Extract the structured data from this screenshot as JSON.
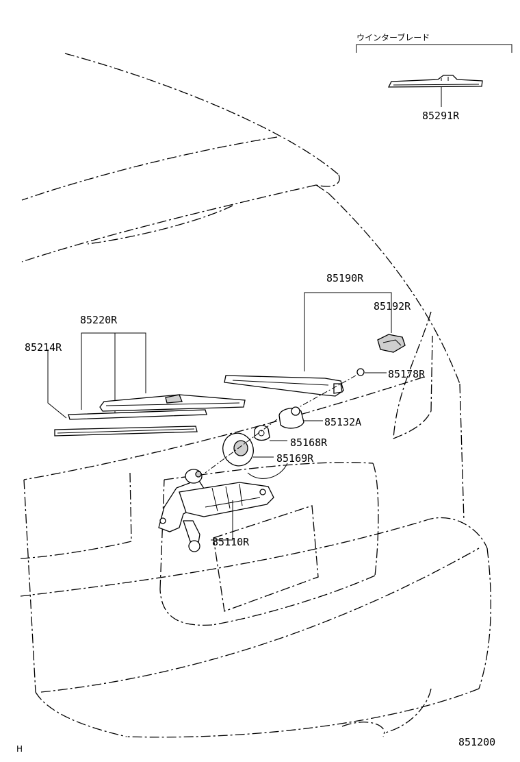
{
  "winter_blade_heading": "ウインターブレード",
  "parts": {
    "p85291R": "85291R",
    "p85190R": "85190R",
    "p85192R": "85192R",
    "p85178R": "85178R",
    "p85220R": "85220R",
    "p85214R": "85214R",
    "p85132A": "85132A",
    "p85168R": "85168R",
    "p85169R": "85169R",
    "p85110R": "85110R"
  },
  "corner_letter": "H",
  "figure_code": "851200"
}
